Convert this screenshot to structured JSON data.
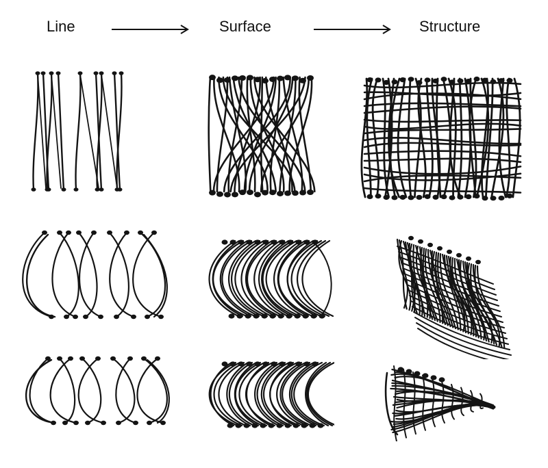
{
  "headers": {
    "stages": [
      "Line",
      "Surface",
      "Structure"
    ]
  },
  "colors": {
    "ink": "#141414",
    "background": "#ffffff"
  }
}
